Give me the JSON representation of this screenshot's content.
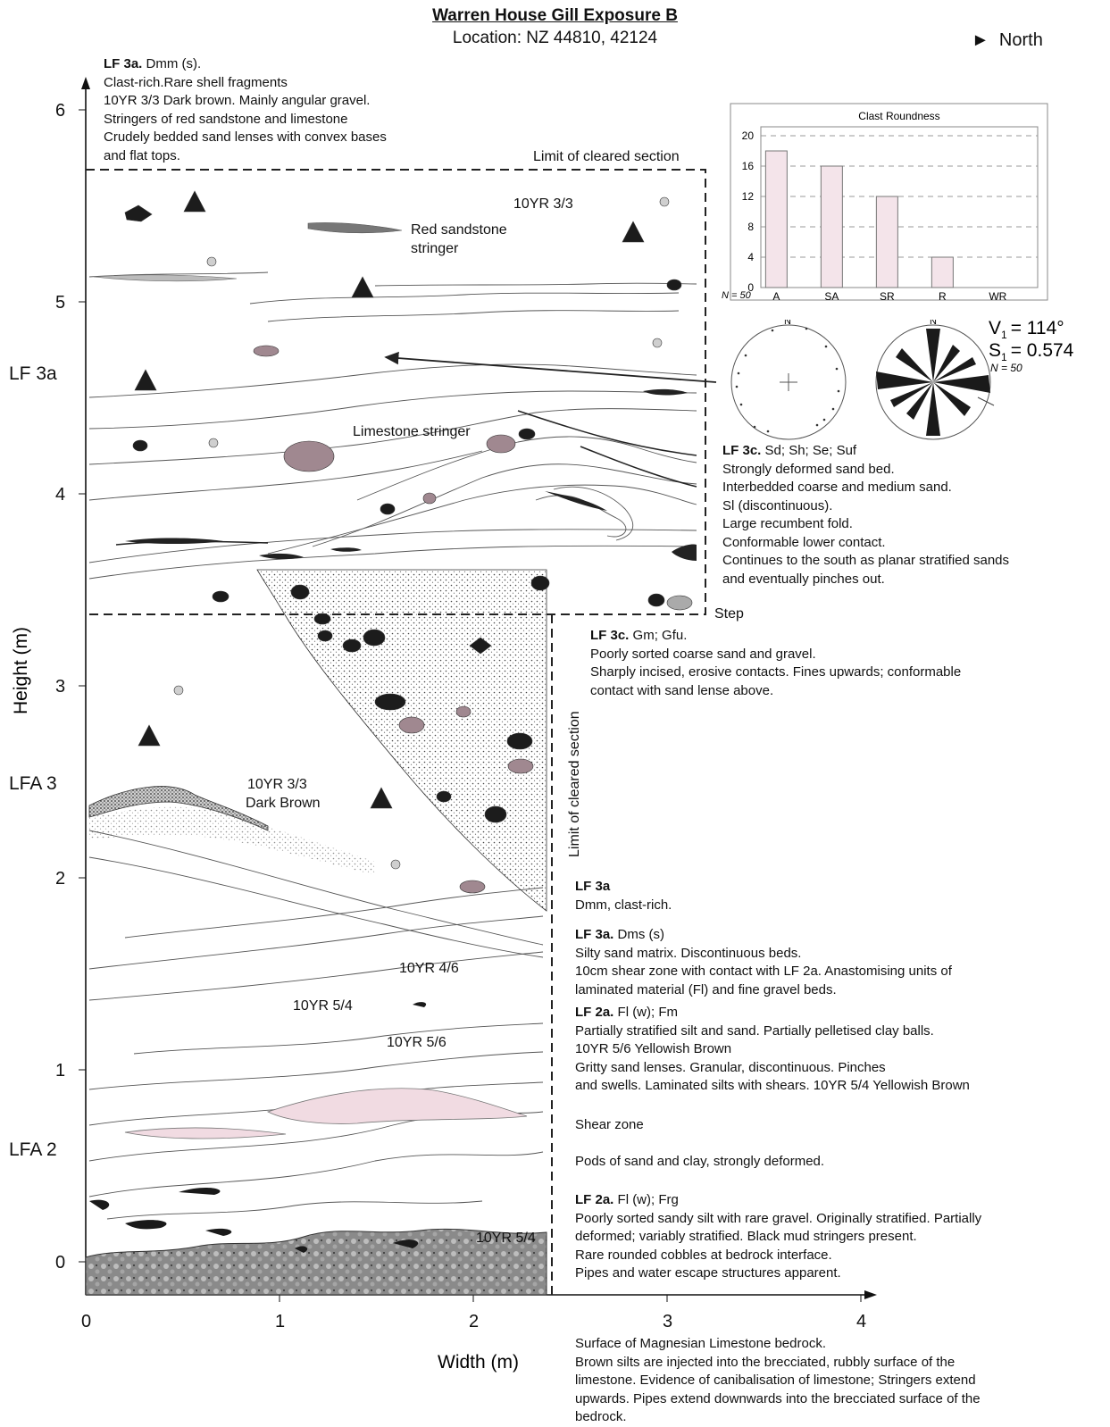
{
  "header": {
    "title": "Warren House Gill Exposure B",
    "location": "Location: NZ 44810, 42124",
    "north_label": "North"
  },
  "axes": {
    "y_label": "Height (m)",
    "x_label": "Width (m)",
    "y_ticks": [
      "0",
      "1",
      "2",
      "3",
      "4",
      "5",
      "6"
    ],
    "x_ticks": [
      "0",
      "1",
      "2",
      "3",
      "4"
    ]
  },
  "units": {
    "lf3a_upper": "LF 3a",
    "lfa3": "LFA 3",
    "lfa2": "LFA 2"
  },
  "section_labels": {
    "limit_top": "Limit of cleared section",
    "limit_side": "Limit of cleared section",
    "step": "Step",
    "colour_top": "10YR 3/3",
    "red_sandstone": [
      "Red sandstone",
      "stringer"
    ],
    "limestone_stringer": "Limestone stringer",
    "dark_brown": [
      "10YR 3/3",
      "Dark Brown"
    ],
    "c46": "10YR 4/6",
    "c54": "10YR 5/4",
    "c56": "10YR 5/6",
    "c54_low": "10YR 5/4"
  },
  "clast_roundness": {
    "title": "Clast Roundness",
    "n_label": "N = 50",
    "categories": [
      "A",
      "SA",
      "SR",
      "R",
      "WR"
    ],
    "values": [
      18,
      16,
      12,
      4,
      0
    ],
    "y_ticks": [
      "0",
      "4",
      "8",
      "12",
      "16",
      "20"
    ],
    "ylim": [
      0,
      20
    ],
    "bar_fill": "#f4e4ea"
  },
  "fabric": {
    "north_left": "N",
    "north_right": "N",
    "v1": "V",
    "v1_sub": "1",
    "v1_value": "= 114°",
    "s1": "S",
    "s1_sub": "1",
    "s1_value": "= 0.574",
    "n_label": "N = 50"
  },
  "descriptions": {
    "top": {
      "code": "LF 3a.",
      "facies": " Dmm (s).",
      "lines": [
        "Clast-rich.Rare shell fragments",
        "10YR 3/3 Dark brown.  Mainly angular gravel.",
        "Stringers of red sandstone and limestone",
        "Crudely bedded sand lenses with convex bases",
        "and flat tops."
      ]
    },
    "lf3c_upper": {
      "code": "LF 3c.",
      "facies": " Sd; Sh; Se; Suf",
      "lines": [
        "Strongly deformed sand bed.",
        "Interbedded coarse and medium sand.",
        "Sl (discontinuous).",
        "Large recumbent fold.",
        "Conformable lower contact.",
        "Continues to the south as planar stratified sands",
        "and eventually pinches out."
      ]
    },
    "lf3c_lower": {
      "code": "LF 3c.",
      "facies": " Gm; Gfu.",
      "lines": [
        "Poorly sorted coarse sand and gravel.",
        "Sharply incised, erosive contacts.  Fines upwards; conformable",
        "contact with sand lense above."
      ]
    },
    "lf3a_mid": {
      "code": "LF 3a",
      "lines": [
        "Dmm, clast-rich."
      ]
    },
    "lf3a_dms": {
      "code": "LF 3a.",
      "facies": " Dms (s)",
      "lines": [
        "Silty sand matrix.  Discontinuous beds.",
        "10cm shear zone with contact with LF 2a.  Anastomising units of",
        "laminated material (Fl) and fine gravel beds."
      ]
    },
    "lf2a_upper": {
      "code": "LF 2a.",
      "facies": " Fl (w); Fm",
      "lines": [
        "Partially stratified silt and sand.  Partially pelletised clay balls.",
        "10YR 5/6 Yellowish Brown",
        "Gritty sand lenses.  Granular, discontinuous.  Pinches",
        "and swells. Laminated silts with shears.  10YR 5/4 Yellowish Brown"
      ]
    },
    "shear_zone": "Shear zone",
    "pods": "Pods of sand and clay, strongly deformed.",
    "lf2a_lower": {
      "code": "LF 2a.",
      "facies": " Fl (w); Frg",
      "lines": [
        "Poorly sorted sandy silt with rare gravel.  Originally stratified.  Partially",
        "deformed; variably stratified.  Black mud stringers present.",
        "Rare rounded cobbles at bedrock interface.",
        "Pipes and water escape structures apparent."
      ]
    },
    "bedrock": {
      "lines": [
        "Surface of Magnesian Limestone bedrock.",
        "Brown silts are injected into the brecciated, rubbly surface of the",
        "limestone.  Evidence of canibalisation of limestone; Stringers extend",
        "upwards.  Pipes extend downwards into the brecciated surface of the",
        "bedrock."
      ]
    }
  }
}
